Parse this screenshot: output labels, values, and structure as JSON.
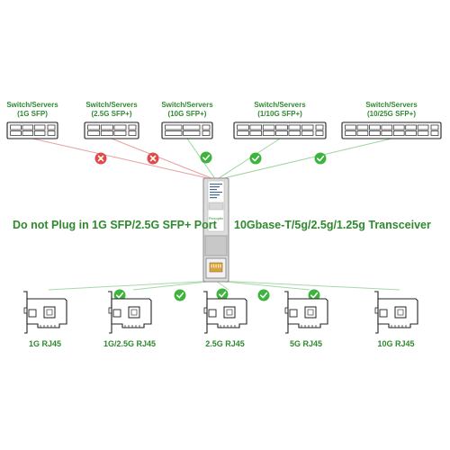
{
  "colors": {
    "green_text": "#2f8a2f",
    "check_green": "#3db43d",
    "cross_red": "#e04a4a",
    "line_red": "#e8a0a0",
    "line_green": "#9ed39e",
    "line_green_bottom": "#a7d8a7",
    "device_stroke": "#222222"
  },
  "switches": [
    {
      "label_line1": "Switch/Servers",
      "label_line2": "(1G SFP)",
      "status": "cross"
    },
    {
      "label_line1": "Switch/Servers",
      "label_line2": "(2.5G SFP+)",
      "status": "cross"
    },
    {
      "label_line1": "Switch/Servers",
      "label_line2": "(10G SFP+)",
      "status": "check"
    },
    {
      "label_line1": "Switch/Servers",
      "label_line2": "(1/10G SFP+)",
      "status": "check"
    },
    {
      "label_line1": "Switch/Servers",
      "label_line2": "(10/25G SFP+)",
      "status": "check"
    }
  ],
  "warning_text": "Do not Plug in 1G SFP/2.5G SFP+ Port",
  "product_text": "10Gbase-T/5g/2.5g/1.25g Transceiver",
  "module_text": "Flexoptix",
  "nics": [
    {
      "label": "1G RJ45",
      "status": "check"
    },
    {
      "label": "1G/2.5G RJ45",
      "status": "check"
    },
    {
      "label": "2.5G RJ45",
      "status": "check"
    },
    {
      "label": "5G RJ45",
      "status": "check"
    },
    {
      "label": "10G RJ45",
      "status": "check"
    }
  ],
  "icons": {
    "check": "check-circle-icon",
    "cross": "cross-circle-icon",
    "switch": "network-switch-icon",
    "nic": "network-card-icon",
    "module": "sfp-transceiver-icon"
  }
}
